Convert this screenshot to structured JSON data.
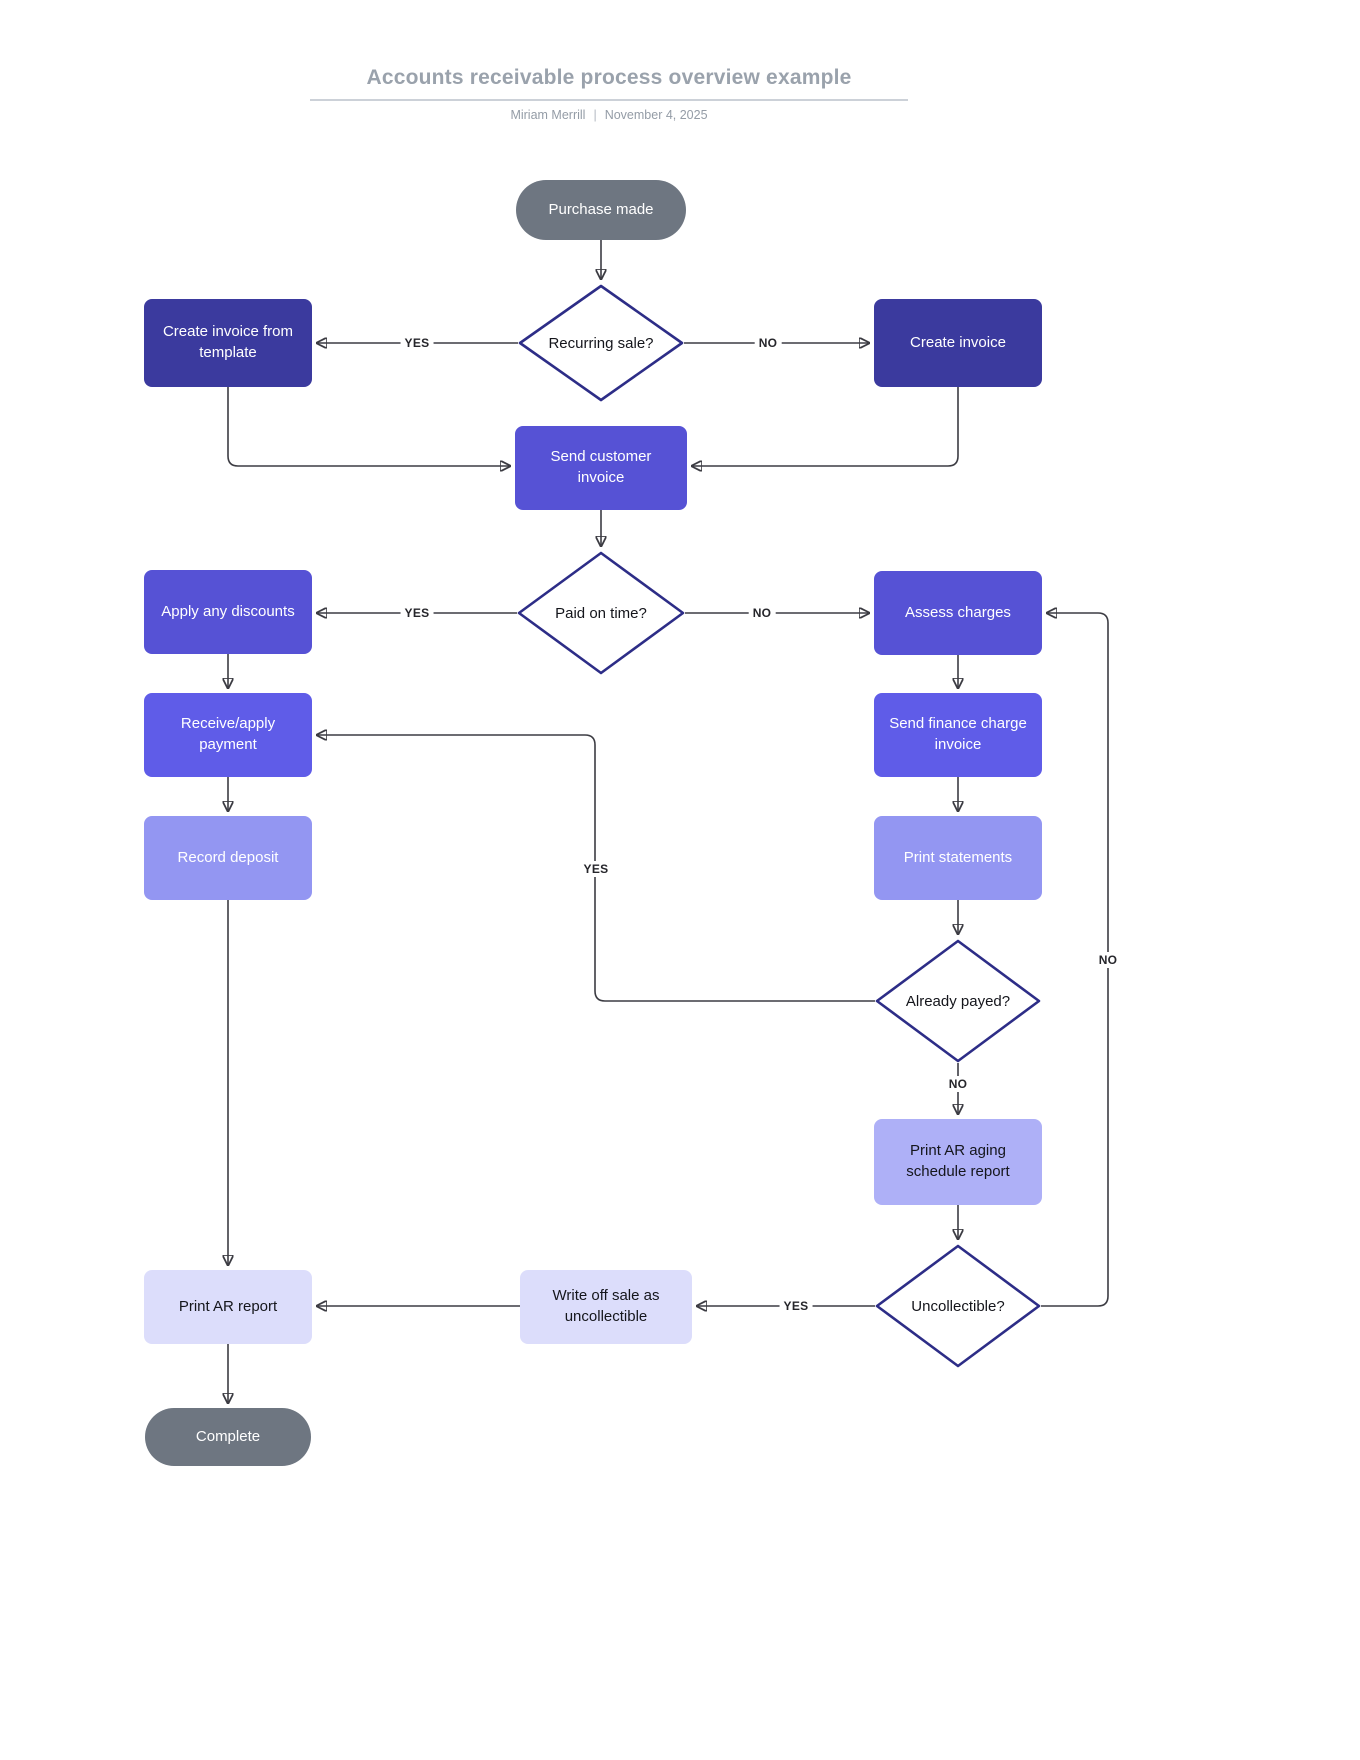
{
  "header": {
    "title": "Accounts receivable process overview example",
    "author": "Miriam Merrill",
    "divider": "|",
    "date": "November 4, 2025"
  },
  "nodes": {
    "purchase_made": {
      "label": "Purchase made",
      "type": "terminator"
    },
    "recurring_sale": {
      "label": "Recurring sale?",
      "type": "decision"
    },
    "create_invoice_template": {
      "label": "Create invoice from template",
      "type": "process"
    },
    "create_invoice": {
      "label": "Create invoice",
      "type": "process"
    },
    "send_customer_invoice": {
      "label": "Send customer invoice",
      "type": "process"
    },
    "paid_on_time": {
      "label": "Paid on time?",
      "type": "decision"
    },
    "apply_discounts": {
      "label": "Apply any discounts",
      "type": "process"
    },
    "assess_charges": {
      "label": "Assess charges",
      "type": "process"
    },
    "receive_apply_payment": {
      "label": "Receive/apply payment",
      "type": "process"
    },
    "send_finance_charge": {
      "label": "Send finance charge invoice",
      "type": "process"
    },
    "record_deposit": {
      "label": "Record deposit",
      "type": "process"
    },
    "print_statements": {
      "label": "Print statements",
      "type": "process"
    },
    "already_payed": {
      "label": "Already payed?",
      "type": "decision"
    },
    "print_ar_aging": {
      "label": "Print AR aging schedule report",
      "type": "process"
    },
    "uncollectible": {
      "label": "Uncollectible?",
      "type": "decision"
    },
    "write_off": {
      "label": "Write off sale as uncollectible",
      "type": "process"
    },
    "print_ar_report": {
      "label": "Print AR report",
      "type": "process"
    },
    "complete": {
      "label": "Complete",
      "type": "terminator"
    }
  },
  "edge_labels": {
    "recurring_yes": "YES",
    "recurring_no": "NO",
    "paid_yes": "YES",
    "paid_no": "NO",
    "already_payed_yes": "YES",
    "already_payed_no": "NO",
    "uncollectible_yes": "YES",
    "uncollectible_no": "NO"
  },
  "colors": {
    "node_dark": "#3b3a9e",
    "node_mid": "#5652d5",
    "node_mid2": "#5f5ce8",
    "node_light": "#9396f2",
    "node_lighter": "#aeb0f7",
    "node_lightest": "#dcddfb",
    "terminator_gray": "#6e7681",
    "diamond_border": "#2d2d87",
    "connector": "#3c3c43",
    "title_gray": "#9aa2ac"
  }
}
